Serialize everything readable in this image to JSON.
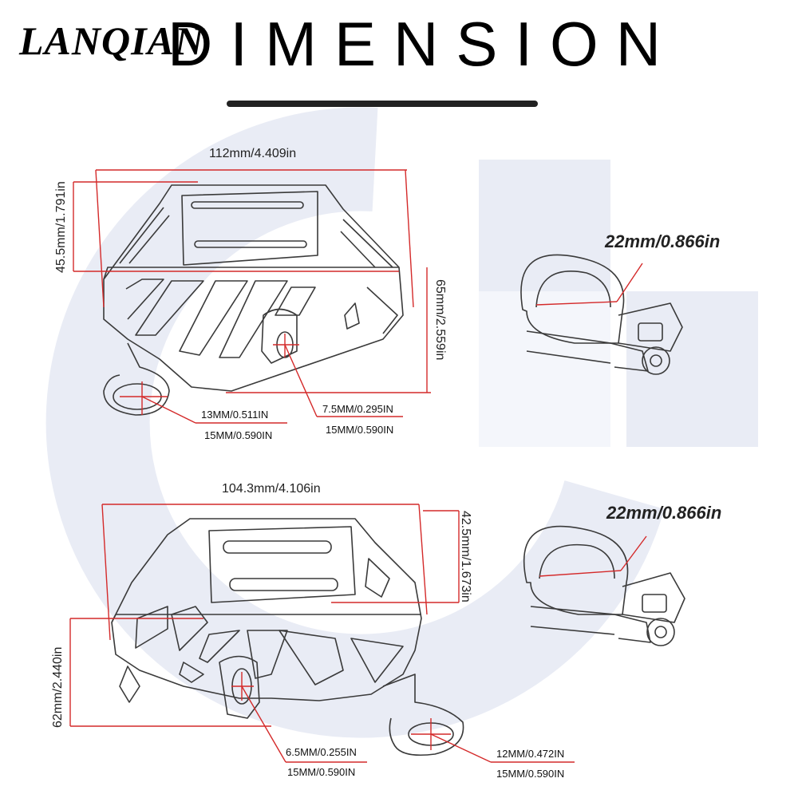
{
  "header": {
    "brand": "LANQIAN",
    "title": "DIMENSION"
  },
  "top_diagram": {
    "width_label": "112mm/4.409in",
    "height_left_label": "45.5mm/1.791in",
    "height_right_label": "65mm/2.559in",
    "mount_hole_outer": "13MM/0.511IN",
    "mount_hole_inner": "15MM/0.590IN",
    "slot_outer": "7.5MM/0.295IN",
    "slot_inner": "15MM/0.590IN",
    "clamp_label": "22mm/0.866in"
  },
  "bottom_diagram": {
    "width_label": "104.3mm/4.106in",
    "height_right_label": "42.5mm/1.673in",
    "height_left_label": "62mm/2.440in",
    "slot_outer": "6.5MM/0.255IN",
    "slot_inner": "15MM/0.590IN",
    "mount_hole_outer": "12MM/0.472IN",
    "mount_hole_inner": "15MM/0.590IN",
    "clamp_label": "22mm/0.866in"
  },
  "colors": {
    "dimension_line": "#d42a2a",
    "outline": "#3a3a3a",
    "watermark": "#e9ecf5"
  }
}
